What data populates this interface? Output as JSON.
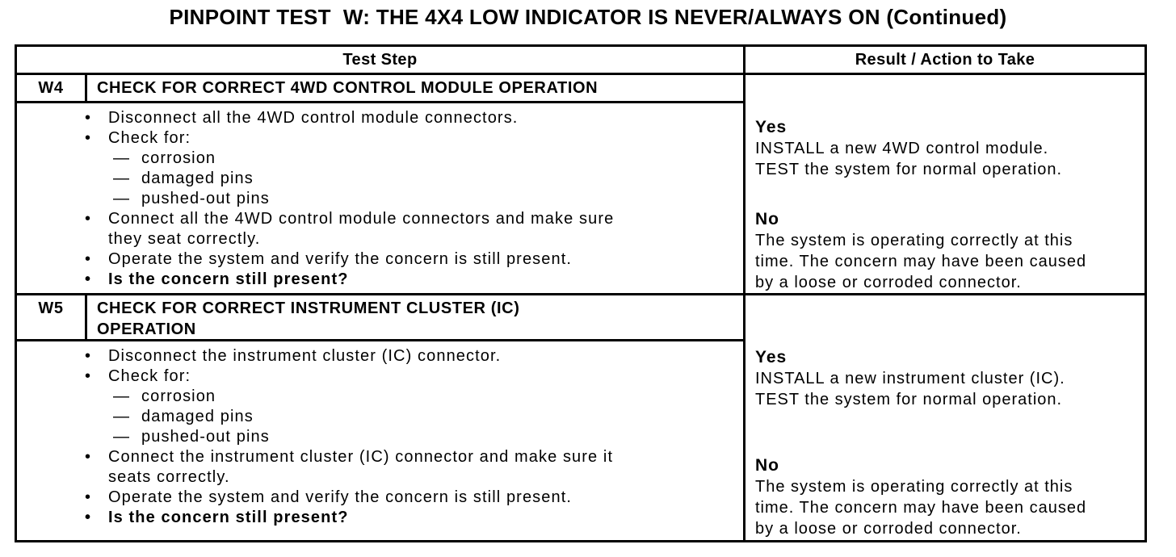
{
  "title": "PINPOINT TEST  W: THE 4X4 LOW INDICATOR IS NEVER/ALWAYS ON (Continued)",
  "glyphs": {
    "bullet": "•",
    "dash": "—"
  },
  "table": {
    "headers": {
      "test_step": "Test Step",
      "result": "Result / Action to Take"
    },
    "tests": [
      {
        "id": "W4",
        "name": "CHECK FOR CORRECT 4WD CONTROL MODULE OPERATION",
        "steps": [
          {
            "text": "Disconnect all the 4WD control module connectors."
          },
          {
            "text": "Check for:"
          },
          {
            "text": "corrosion"
          },
          {
            "text": "damaged pins"
          },
          {
            "text": "pushed-out pins"
          },
          {
            "text": "Connect all the 4WD control module connectors and make sure\nthey seat correctly."
          },
          {
            "text": "Operate the system and verify the concern is still present."
          },
          {
            "text": "Is the concern still present?"
          }
        ],
        "result": {
          "yes_label": "Yes",
          "yes_action": "INSTALL a new 4WD control module.\nTEST the system for normal operation.",
          "no_label": "No",
          "no_action": "The system is operating correctly at this\ntime. The concern may have been caused\nby a loose or corroded connector."
        }
      },
      {
        "id": "W5",
        "name": "CHECK FOR CORRECT INSTRUMENT CLUSTER (IC)\nOPERATION",
        "steps": [
          {
            "text": "Disconnect the instrument cluster (IC) connector."
          },
          {
            "text": "Check for:"
          },
          {
            "text": "corrosion"
          },
          {
            "text": "damaged pins"
          },
          {
            "text": "pushed-out pins"
          },
          {
            "text": "Connect the instrument cluster (IC) connector and make sure it\nseats correctly."
          },
          {
            "text": "Operate the system and verify the concern is still present."
          },
          {
            "text": "Is the concern still present?"
          }
        ],
        "result": {
          "yes_label": "Yes",
          "yes_action": "INSTALL a new instrument cluster (IC).\nTEST the system for normal operation.",
          "no_label": "No",
          "no_action": "The system is operating correctly at this\ntime. The concern may have been caused\nby a loose or corroded connector."
        }
      }
    ]
  }
}
